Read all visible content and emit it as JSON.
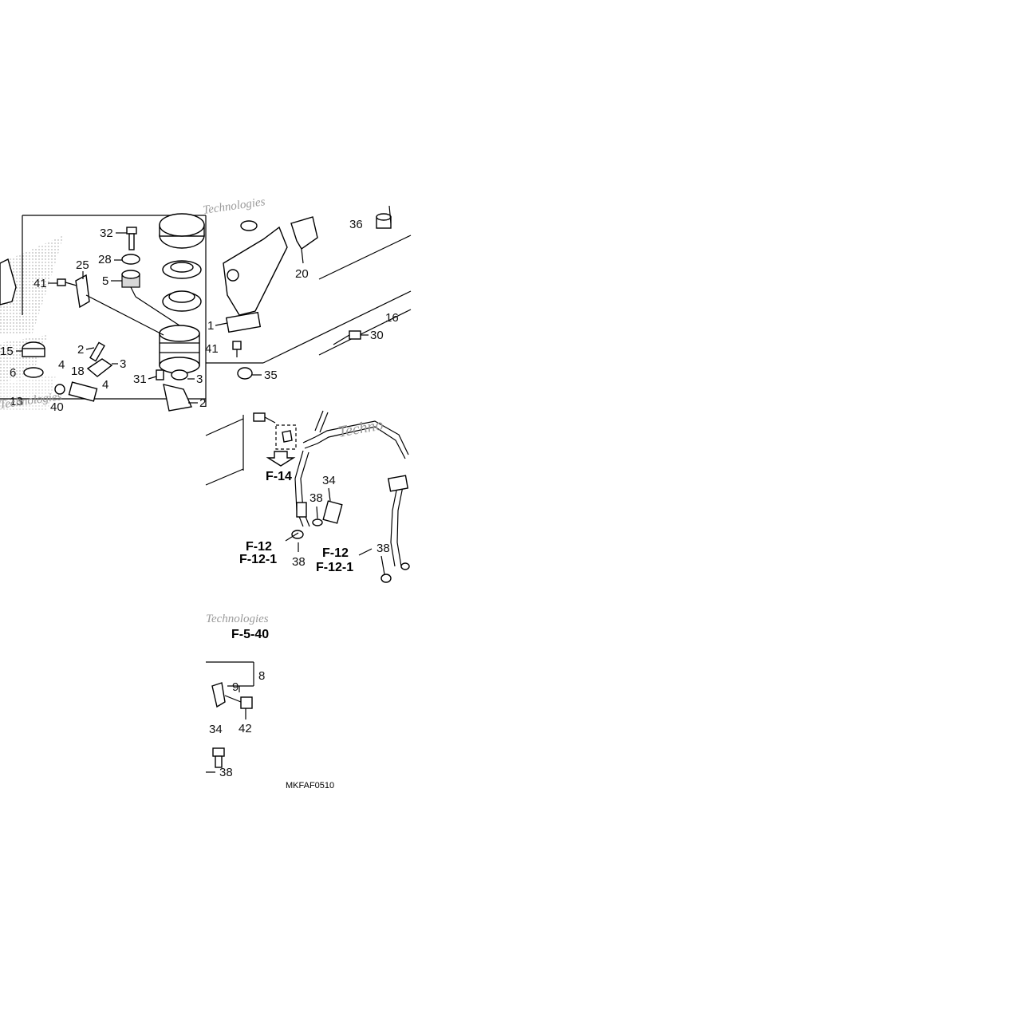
{
  "part_numbers": {
    "p1": "1",
    "p2a": "2",
    "p2b": "2",
    "p3a": "3",
    "p3b": "3",
    "p4a": "4",
    "p4b": "4",
    "p5": "5",
    "p6": "6",
    "p8": "8",
    "p9": "9",
    "p13": "13",
    "p15": "15",
    "p16": "16",
    "p18": "18",
    "p20": "20",
    "p25": "25",
    "p28": "28",
    "p30": "30",
    "p31": "31",
    "p32": "32",
    "p34a": "34",
    "p34b": "34",
    "p35": "35",
    "p36": "36",
    "p38a": "38",
    "p38b": "38",
    "p38c": "38",
    "p38d": "38",
    "p40": "40",
    "p41a": "41",
    "p41b": "41",
    "p42": "42"
  },
  "references": {
    "f14": "F-14",
    "f12_left": "F-12",
    "f121_left": "F-12-1",
    "f12_right": "F-12",
    "f121_right": "F-12-1",
    "f540": "F-5-40"
  },
  "diagram_code": "MKFAF0510",
  "watermark": {
    "w1": "Technologies",
    "w2": "Techno",
    "w3": "Technologies",
    "w4": "Technologies"
  }
}
